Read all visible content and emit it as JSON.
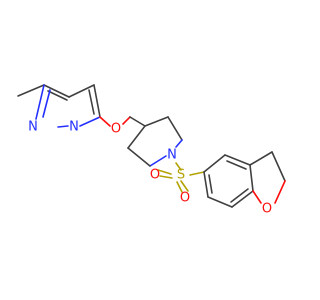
{
  "molecule": {
    "atoms": {
      "n_ring_1": "N",
      "n_ring_2": "N",
      "o_ether": "O",
      "n_piperidine": "N",
      "s_sulfonyl": "S",
      "o_sulfonyl_top": "O",
      "o_sulfonyl_bottom": "O",
      "o_furan": "O"
    },
    "colors": {
      "bond": "#404040",
      "nitrogen": "#2430ff",
      "oxygen": "#ff0d0d",
      "sulfur": "#b3a300"
    }
  }
}
